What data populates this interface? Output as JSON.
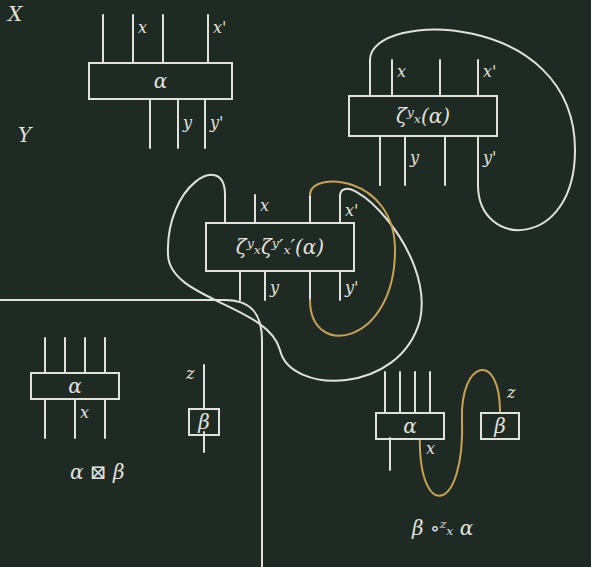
{
  "diagram": {
    "nodes": [
      {
        "text": [
          "α"
        ]
      },
      {
        "text": [
          "ζʸₓ(α)"
        ]
      },
      {
        "text": [
          "ζʸₓζʸ′ₓ′(α)"
        ]
      },
      {
        "text": [
          "α"
        ]
      },
      {
        "text": [
          "β"
        ]
      },
      {
        "text": [
          "α"
        ]
      },
      {
        "text": [
          "β"
        ]
      }
    ],
    "edges": [
      {
        "from": 5,
        "to": 6,
        "arrow": "none"
      }
    ],
    "labels": [
      "X",
      "Y",
      "x",
      "x'",
      "y",
      "y'",
      "x",
      "x'",
      "y",
      "y'",
      "x",
      "x'",
      "y",
      "y'",
      "x",
      "z",
      "α ⊠ β",
      "x",
      "z",
      "β ∘ᶻₓ α"
    ]
  }
}
